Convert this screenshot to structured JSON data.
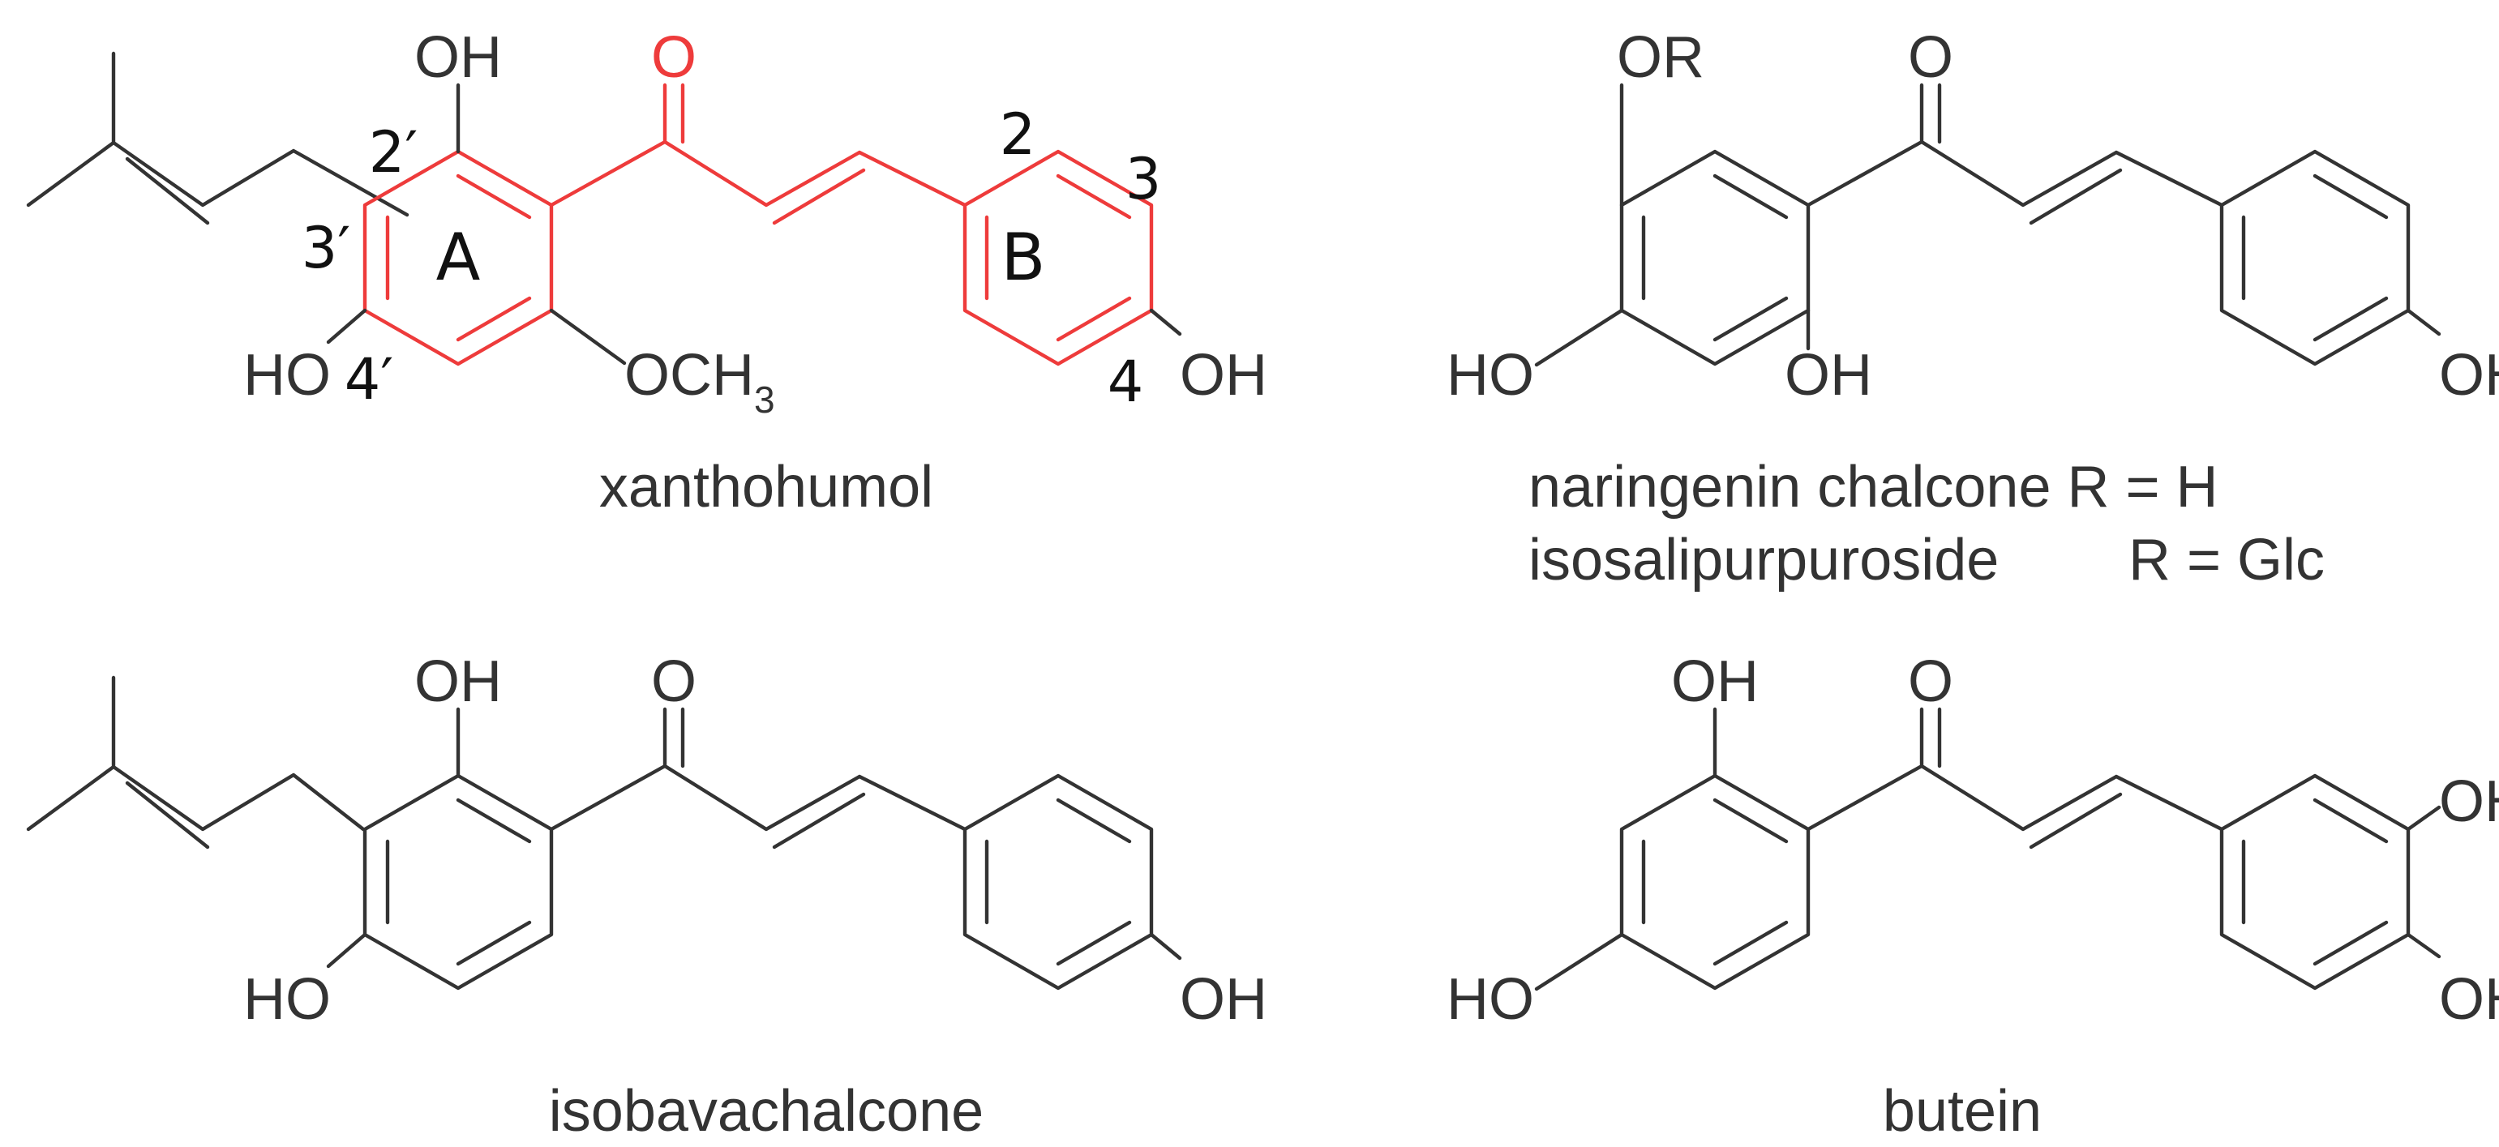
{
  "colors": {
    "bond": "#333333",
    "highlight": "#ee3b3b",
    "numbering": "#111111"
  },
  "compounds": {
    "xanthohumol": {
      "name": "xanthohumol",
      "labels": {
        "oh_top": "OH",
        "ketone_o": "O",
        "oh_left": "HO",
        "methoxy": "OCH",
        "methoxy_sub": "3",
        "oh_right": "OH"
      },
      "ring_labels": {
        "a": "A",
        "b": "B"
      },
      "numbering": {
        "n2p": "2′",
        "n3p": "3′",
        "n4p": "4′",
        "n2": "2",
        "n3": "3",
        "n4": "4"
      }
    },
    "naringenin": {
      "name_line1": "naringenin chalcone R = H",
      "name_line2": "isosalipurpuroside",
      "name_line2_r": "R = Glc",
      "labels": {
        "or_top": "OR",
        "ketone_o": "O",
        "oh_left": "HO",
        "oh_bottom": "OH",
        "oh_right": "OH"
      }
    },
    "isobavachalcone": {
      "name": "isobavachalcone",
      "labels": {
        "oh_top": "OH",
        "ketone_o": "O",
        "oh_left": "HO",
        "oh_right": "OH"
      }
    },
    "butein": {
      "name": "butein",
      "labels": {
        "oh_top": "OH",
        "ketone_o": "O",
        "oh_left": "HO",
        "oh_right_top": "OH",
        "oh_right_bottom": "OH"
      }
    }
  }
}
